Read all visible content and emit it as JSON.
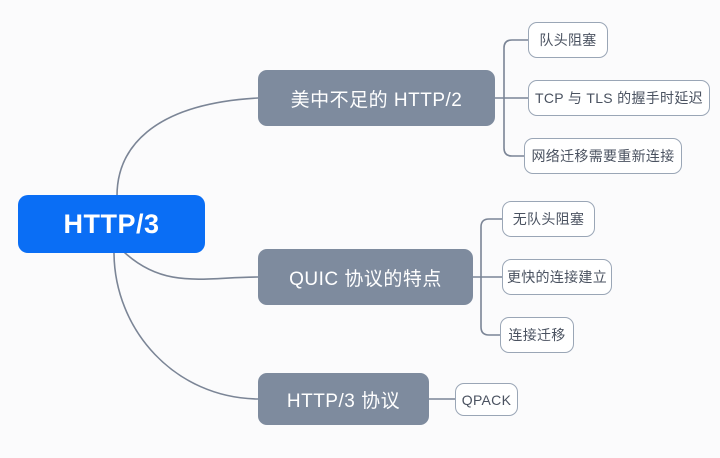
{
  "diagram": {
    "type": "mind-map",
    "background_color": "#fbfbfc",
    "root_color": "#0a6ef5",
    "branch_color": "#7e8b9e",
    "leaf_border_color": "#9aa6b6",
    "leaf_text_color": "#4a5260",
    "edge_color": "#7b8596",
    "root": {
      "label": "HTTP/3"
    },
    "branches": [
      {
        "label": "美中不足的 HTTP/2",
        "children": [
          {
            "label": "队头阻塞"
          },
          {
            "label": "TCP 与 TLS 的握手时延迟"
          },
          {
            "label": "网络迁移需要重新连接"
          }
        ]
      },
      {
        "label": "QUIC 协议的特点",
        "children": [
          {
            "label": "无队头阻塞"
          },
          {
            "label": "更快的连接建立"
          },
          {
            "label": "连接迁移"
          }
        ]
      },
      {
        "label": "HTTP/3 协议",
        "children": [
          {
            "label": "QPACK"
          }
        ]
      }
    ]
  }
}
